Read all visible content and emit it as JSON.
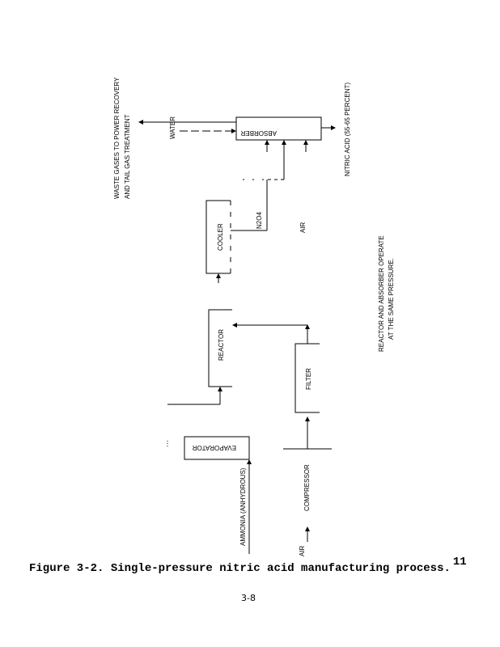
{
  "diagram": {
    "waste_gases_line1": "WASTE GASES TO POWER RECOVERY",
    "waste_gases_line2": "AND TAIL GAS TREATMENT",
    "water": "WATER",
    "absorber": "ABSORBER",
    "nitric_acid": "NITRIC ACID (55-65 PERCENT)",
    "cooler": "COOLER",
    "n2o4": "N2O4",
    "air_mid": "AIR",
    "note_line1": "REACTOR AND ABSORBER OPERATE",
    "note_line2": "AT THE SAME PRESSURE.",
    "reactor": "REACTOR",
    "filter": "FILTER",
    "evaporator": "EVAPORATOR",
    "ammonia": "AMMONIA (ANHYDROUS)",
    "compressor": "COMPRESSOR",
    "air_bottom": "AIR"
  },
  "caption": "Figure 3-2. Single-pressure nitric acid manufacturing process.",
  "footnote_ref": "11",
  "page_number": "3-8"
}
